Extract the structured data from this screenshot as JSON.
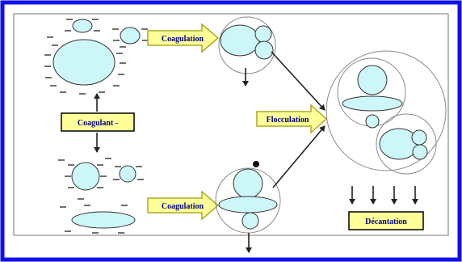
{
  "colors": {
    "frame": "#1010ee",
    "particle_fill": "#cdf6f8",
    "outline": "#333333",
    "arrow_fill": "#ffff99",
    "arrow_stroke": "#aaaa22",
    "box_fill": "#ffff99",
    "label_text": "#000080",
    "dot": "#111111"
  },
  "labels": {
    "coagulant": "Coagulant -",
    "coagulation_top": "Coagulation",
    "coagulation_bottom": "Coagulation",
    "flocculation": "Flocculation",
    "decantation": "Décantation"
  }
}
